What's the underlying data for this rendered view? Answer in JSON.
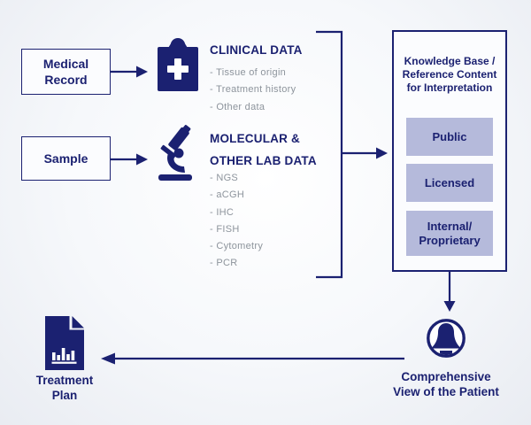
{
  "colors": {
    "navy": "#1b2171",
    "list_text": "#8d949c",
    "panel_fill": "#b5badb",
    "background": "#f2f4f8"
  },
  "sources": {
    "medical_record_label": "Medical Record",
    "sample_label": "Sample"
  },
  "clinical_data": {
    "icon": "medical-clipboard-icon",
    "title": "CLINICAL DATA",
    "items": [
      "- Tissue of origin",
      "- Treatment history",
      "- Other data"
    ]
  },
  "molecular_data": {
    "icon": "microscope-icon",
    "title_line1": "MOLECULAR &",
    "title_line2": "OTHER LAB DATA",
    "items": [
      "- NGS",
      "- aCGH",
      "- IHC",
      "- FISH",
      "- Cytometry",
      "- PCR"
    ]
  },
  "knowledge_base": {
    "title_line1": "Knowledge Base /",
    "title_line2": "Reference Content",
    "title_line3": "for Interpretation",
    "sources": [
      {
        "label": "Public"
      },
      {
        "label": "Licensed"
      },
      {
        "label_line1": "Internal/",
        "label_line2": "Proprietary"
      }
    ]
  },
  "patient": {
    "icon": "patient-avatar-icon",
    "label_line1": "Comprehensive",
    "label_line2": "View of the Patient"
  },
  "treatment_plan": {
    "icon": "treatment-plan-document-icon",
    "label_line1": "Treatment",
    "label_line2": "Plan"
  }
}
